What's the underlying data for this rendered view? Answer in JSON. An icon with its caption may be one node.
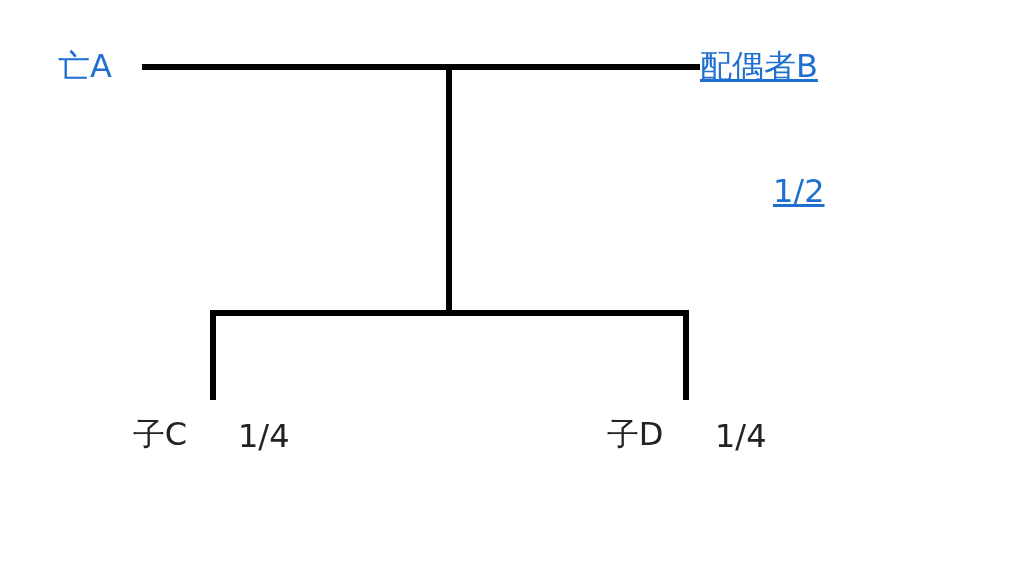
{
  "diagram": {
    "nodes": [
      {
        "text": [
          "亡A"
        ]
      },
      {
        "text": [
          "配偶者B"
        ],
        "beside": [
          "1/2"
        ]
      },
      {
        "text": [
          "子C"
        ],
        "beside": [
          "1/4"
        ]
      },
      {
        "text": [
          "子D"
        ],
        "beside": [
          "1/4"
        ]
      }
    ],
    "edges": [
      {
        "from": 0,
        "to": 1,
        "arrow": "none"
      },
      {
        "from": 0,
        "to": 2,
        "arrow": "none"
      },
      {
        "from": 0,
        "to": 3,
        "arrow": "none"
      }
    ]
  }
}
